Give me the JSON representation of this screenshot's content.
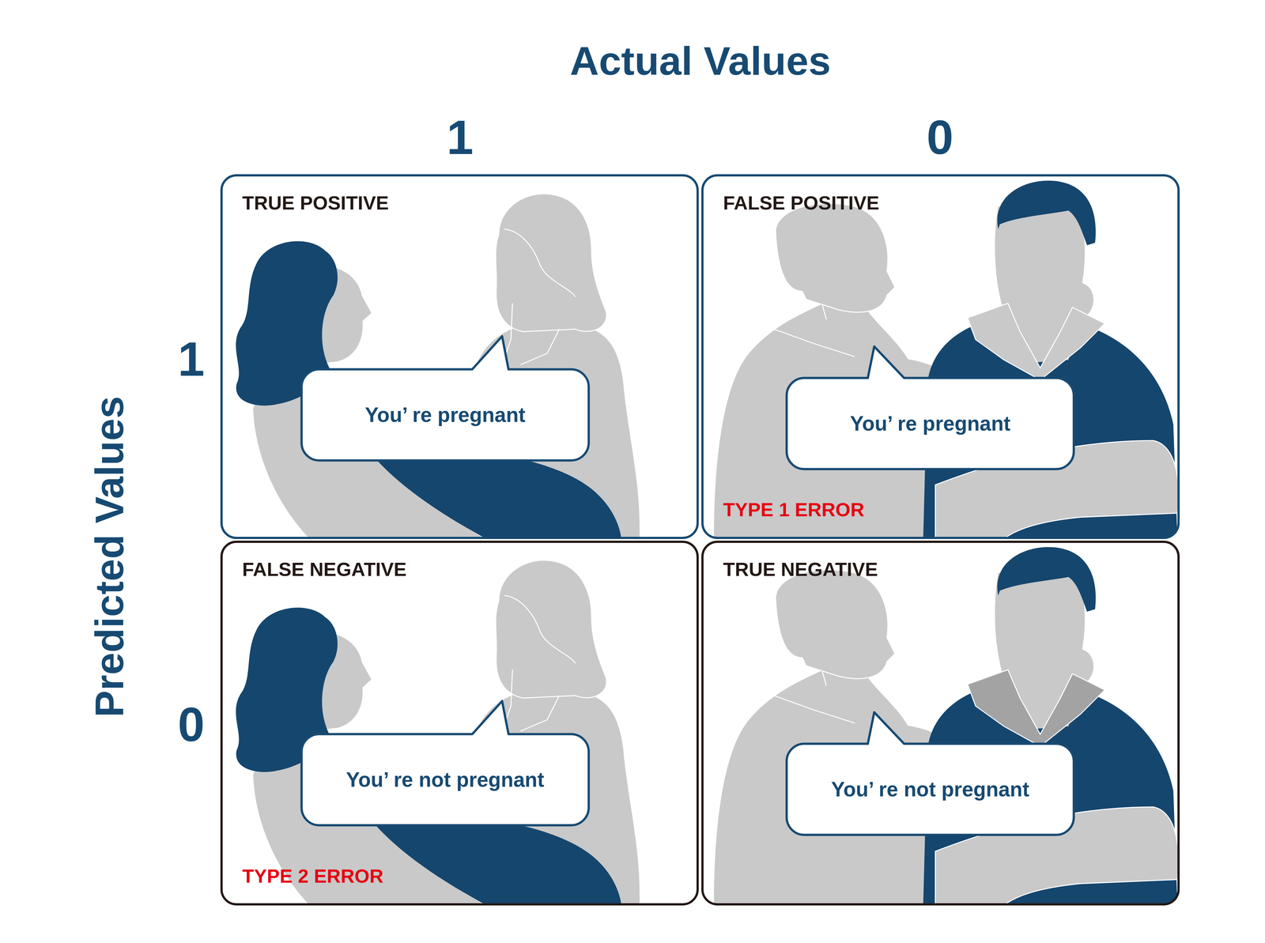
{
  "diagram": {
    "nodes": [
      {
        "text": [
          "TRUE POSITIVE"
        ]
      },
      {
        "text": [
          "You’ re pregnant"
        ],
        "in": 0
      },
      {
        "text": [
          "FALSE POSITIVE",
          "TYPE 1 ERROR"
        ]
      },
      {
        "text": [
          "You’ re pregnant"
        ],
        "in": 2
      },
      {
        "text": [
          "FALSE NEGATIVE",
          "TYPE 2 ERROR"
        ]
      },
      {
        "text": [
          "You’ re not pregnant"
        ],
        "in": 4
      },
      {
        "text": [
          "TRUE NEGATIVE"
        ]
      },
      {
        "text": [
          "You’ re not pregnant"
        ],
        "in": 6
      }
    ],
    "labels": [
      "Actual Values",
      "1",
      "0",
      "Predicted Values",
      "1",
      "0"
    ]
  }
}
